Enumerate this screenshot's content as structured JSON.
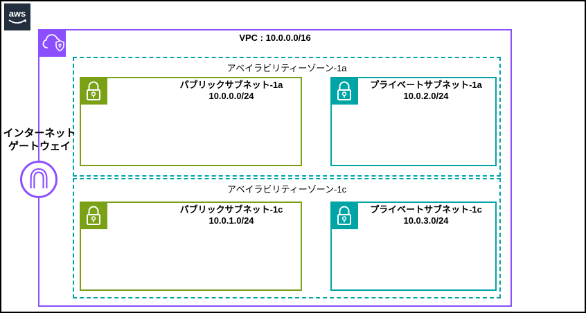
{
  "colors": {
    "vpc_purple": "#8C4FFF",
    "public_subnet_green": "#7AA116",
    "private_subnet_teal": "#00A4A6",
    "az_dash_teal": "#00A4A6",
    "logo_background_navy": "#232F3E",
    "frame_black": "#000000"
  },
  "logo": {
    "text": "aws"
  },
  "vpc": {
    "label": "VPC : 10.0.0.0/16"
  },
  "internet_gateway": {
    "label_line1": "インターネット",
    "label_line2": "ゲートウェイ"
  },
  "availability_zones": [
    {
      "label": "アベイラビリティーゾーン-1a",
      "subnets": [
        {
          "type": "public",
          "name": "パブリックサブネット-1a",
          "cidr": "10.0.0.0/24"
        },
        {
          "type": "private",
          "name": "プライベートサブネット-1a",
          "cidr": "10.0.2.0/24"
        }
      ]
    },
    {
      "label": "アベイラビリティーゾーン-1c",
      "subnets": [
        {
          "type": "public",
          "name": "パブリックサブネット-1c",
          "cidr": "10.0.1.0/24"
        },
        {
          "type": "private",
          "name": "プライベートサブネット-1c",
          "cidr": "10.0.3.0/24"
        }
      ]
    }
  ]
}
